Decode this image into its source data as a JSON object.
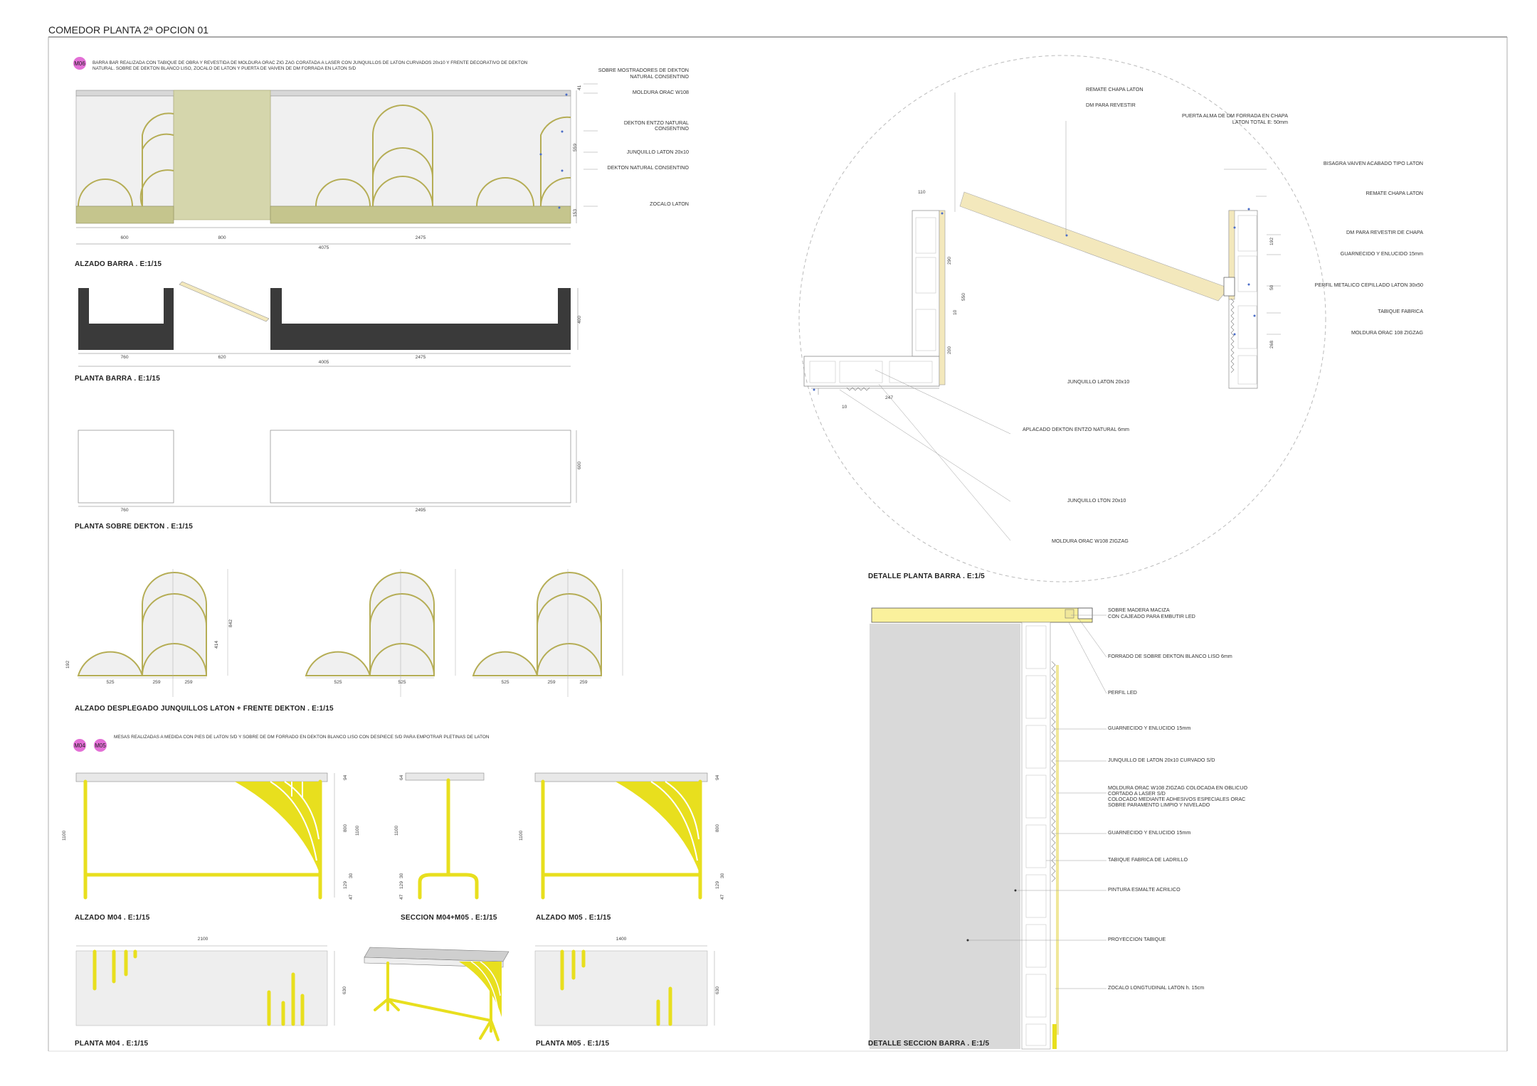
{
  "sheet": {
    "title": "COMEDOR PLANTA 2ª OPCION 01"
  },
  "colors": {
    "brass_yellow": "#e8df1e",
    "brass_line": "#b8b254",
    "dekton_green": "#c9c99a",
    "door_fill": "#f3e8bc",
    "wall_dark": "#3a3a3a",
    "panel_light": "#eeeeee",
    "tag_pink": "#e36fd6",
    "detail_grey": "#d9d9d9"
  },
  "tags": {
    "m06": "M06",
    "m04": "M04",
    "m05": "M05"
  },
  "notes": {
    "m06_line1": "BARRA BAR REALIZADA CON TABIQUE DE OBRA Y REVESTIDA DE MOLDURA ORAC ZIG ZAG CORATADA A LASER CON JUNQUILLOS DE LATON CURVADOS 20x10 Y FRENTE DECORATIVO DE DEKTON",
    "m06_line2": "NATURAL. SOBRE DE DEKTON BLANCO LISO, ZOCALO DE LATON Y PUERTA DE VAIVEN DE DM FORRADA EN LATON S/D",
    "m04_m05": "MESAS REALIZADAS A MEDIDA CON PIES DE LATON S/D Y SOBRE DE DM FORRADO EN DEKTON BLANCO LISO CON DESPIECE S/D PARA EMPOTRAR PLETINAS DE LATON"
  },
  "titles": {
    "alzado_barra": "ALZADO BARRA . E:1/15",
    "planta_barra": "PLANTA BARRA . E:1/15",
    "planta_sobre": "PLANTA SOBRE DEKTON . E:1/15",
    "alzado_desplegado": "ALZADO DESPLEGADO JUNQUILLOS LATON + FRENTE DEKTON  . E:1/15",
    "alzado_m04": "ALZADO M04 . E:1/15",
    "seccion_m04_m05": "SECCION M04+M05 . E:1/15",
    "alzado_m05": "ALZADO M05 . E:1/15",
    "planta_m04": "PLANTA M04 . E:1/15",
    "planta_m05": "PLANTA M05 . E:1/15",
    "detalle_planta": "DETALLE PLANTA BARRA . E:1/5",
    "detalle_seccion": "DETALLE SECCION BARRA . E:1/5"
  },
  "alzado_labels": {
    "l1a": "SOBRE MOSTRADORES DE DEKTON",
    "l1b": "NATURAL CONSENTINO",
    "l2": "MOLDURA ORAC W108",
    "l3a": "DEKTON ENTZO NATURAL",
    "l3b": "CONSENTINO",
    "l4": "JUNQUILLO LATON 20x10",
    "l5": "DEKTON NATURAL CONSENTINO",
    "l6": "ZOCALO LATON"
  },
  "alzado_dims": {
    "d600": "600",
    "d800": "800",
    "d2475": "2475",
    "d4075": "4075",
    "v41": "41",
    "v559": "559",
    "v153": "153"
  },
  "planta_dims": {
    "d760": "760",
    "d620": "620",
    "d2475": "2475",
    "d4005": "4005",
    "v400": "400"
  },
  "sobre_dims": {
    "d760": "760",
    "d2495": "2495",
    "v600": "600"
  },
  "desplegado_dims": {
    "a525": "525",
    "a259": "259",
    "a259b": "259",
    "b525": "525",
    "b525b": "525",
    "c525": "525",
    "c259": "259",
    "c259b": "259",
    "v192": "192",
    "v414": "414",
    "v842": "842"
  },
  "detail_plan_labels": {
    "remate_chapa": "REMATE CHAPA LATON",
    "dm_revestir": "DM PARA REVESTIR",
    "puerta_a": "PUERTA ALMA DE DM FORRADA EN CHAPA",
    "puerta_b": "LATON TOTAL  E: 50mm",
    "bisagra": "BISAGRA VAIVEN ACABADO TIPO LATON",
    "remate_chapa2": "REMATE CHAPA LATON",
    "dm_chapa": "DM PARA REVESTIR DE CHAPA",
    "guarnecido": "GUARNECIDO Y ENLUCIDO 15mm",
    "perfil": "PERFIL METALICO CEPILLADO LATON 30x50",
    "tabique": "TABIQUE FABRICA",
    "moldura": "MOLDURA ORAC 108  ZIGZAG",
    "junquillo": "JUNQUILLO LATON 20x10",
    "aplacado": "APLACADO DEKTON ENTZO NATURAL 6mm",
    "junquillo2": "JUNQUILLO LTON 20x10",
    "moldura2": "MOLDURA ORAC W108 ZIGZAG"
  },
  "detail_plan_dims": {
    "d110": "110",
    "d247": "247",
    "d10": "10",
    "v290": "290",
    "v550": "550",
    "v10": "10",
    "v200": "200",
    "v192": "192",
    "v50": "50",
    "v268": "268"
  },
  "detail_section_labels": {
    "sobre_a": "SOBRE MADERA MACIZA",
    "sobre_b": "CON CAJEADO PARA EMBUTIR LED",
    "forrado": "FORRADO DE SOBRE DEKTON BLANCO LISO 6mm",
    "perfil_led": "PERFIL LED",
    "guarnecido1": "GUARNECIDO Y ENLUCIDO 15mm",
    "junquillo": "JUNQUILLO DE LATON 20x10 CURVADO S/D",
    "moldura_a": "MOLDURA ORAC W108 ZIGZAG COLOCADA EN OBLICUO",
    "moldura_b": "CORTADO A LASER S/D",
    "moldura_c": "COLOCADO MEDIANTE ADHESIVOS ESPECIALES ORAC",
    "moldura_d": "SOBRE PARAMENTO LIMPIO Y NIVELADO",
    "guarnecido2": "GUARNECIDO Y ENLUCIDO 15mm",
    "tabique": "TABIQUE FABRICA DE LADRILLO",
    "pintura": "PINTURA ESMALTE ACRILICO",
    "proyeccion": "PROYECCION TABIQUE",
    "zocalo": "ZOCALO LONGTUDINAL LATON h. 15cm"
  },
  "table_dims": {
    "h1100": "1100",
    "h1100b": "1100",
    "h800": "800",
    "h94": "94",
    "h30": "30",
    "h129": "129",
    "h47": "47",
    "s1100": "1100",
    "s64": "64",
    "s30": "30",
    "s129": "129",
    "s47": "47",
    "m05_1100": "1100",
    "m05_800": "800",
    "m05_94": "94",
    "m05_30": "30",
    "m05_129": "129",
    "m05_47": "47",
    "p2100": "2100",
    "p630": "630",
    "p1400": "1400",
    "p630b": "630"
  }
}
